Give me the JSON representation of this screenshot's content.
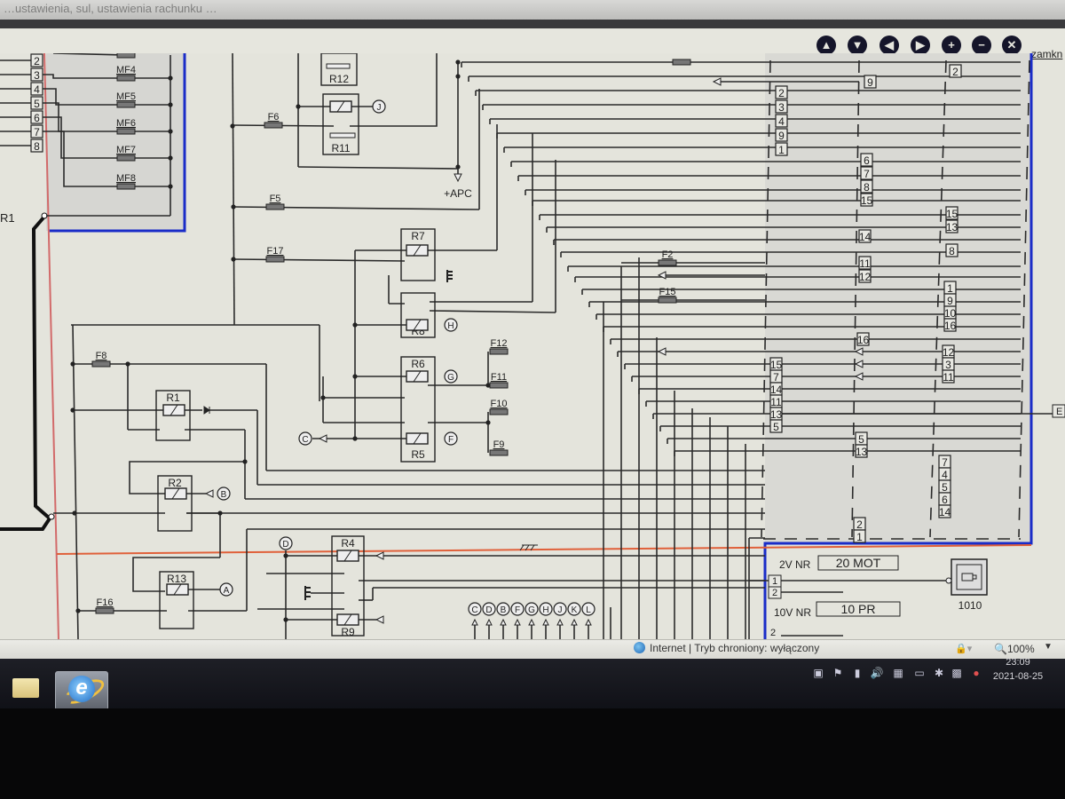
{
  "browser": {
    "title_fragment": "…ustawienia, sul, ustawienia rachunku …",
    "zoom_level": "100%",
    "status_zone": "Internet | Tryb chroniony: wyłączony"
  },
  "toolbar": {
    "buttons": [
      {
        "name": "up",
        "glyph": "▲"
      },
      {
        "name": "down",
        "glyph": "▼"
      },
      {
        "name": "left",
        "glyph": "◀"
      },
      {
        "name": "right",
        "glyph": "▶"
      },
      {
        "name": "zoom-in",
        "glyph": "+"
      },
      {
        "name": "zoom-out",
        "glyph": "−"
      },
      {
        "name": "fit",
        "glyph": "✕"
      }
    ],
    "close_label": "zamkn"
  },
  "diagram": {
    "connector_left_pins": [
      "2",
      "3",
      "4",
      "5",
      "6",
      "7",
      "8"
    ],
    "fuses_left": [
      "MF4",
      "MF5",
      "MF6",
      "MF7",
      "MF8"
    ],
    "switch_label": "R1",
    "relays": [
      "R12",
      "R11",
      "R7",
      "R8",
      "R6",
      "R5",
      "R1",
      "R2",
      "R13",
      "R4",
      "R9"
    ],
    "fuses": [
      "F6",
      "F5",
      "F17",
      "F8",
      "F16",
      "F12",
      "F11",
      "F10",
      "F9",
      "F2",
      "F15"
    ],
    "terminal_apc": "+APC",
    "circle_labels": [
      "J",
      "H",
      "G",
      "F",
      "C",
      "B",
      "A",
      "D"
    ],
    "bottom_terminals": [
      "C",
      "D",
      "B",
      "F",
      "G",
      "H",
      "J",
      "K",
      "L"
    ],
    "col1_pins_top": [
      "2",
      "3",
      "4",
      "9",
      "1"
    ],
    "col2_pin_top": "9",
    "col3_pin_top": "2",
    "col2_pins_a": [
      "6",
      "7",
      "8",
      "15"
    ],
    "col3_pins_a": [
      "15",
      "13"
    ],
    "col2_pin_14": "14",
    "col3_pin_8": "8",
    "col2_pins_b": [
      "11",
      "12"
    ],
    "col3_pins_b": [
      "1",
      "9",
      "10",
      "16"
    ],
    "col2_pin_16": "16",
    "col3_pins_c": [
      "12",
      "3",
      "11"
    ],
    "col1_pins_c": [
      "15",
      "7",
      "14",
      "11",
      "13",
      "5"
    ],
    "col2_pins_d": [
      "5",
      "13"
    ],
    "col3_pins_d": [
      "7",
      "4",
      "5",
      "6",
      "14"
    ],
    "col2_pins_e": [
      "2",
      "1"
    ],
    "lower_pins": [
      "1",
      "2",
      "2"
    ],
    "wire_label_1": "2V NR",
    "wire_spec_1": "20 MOT",
    "wire_label_2": "10V NR",
    "wire_spec_2": "10 PR",
    "component_id": "1010",
    "edge_label": "E"
  },
  "taskbar": {
    "time": "23:09",
    "date": "2021-08-25"
  },
  "colors": {
    "diagram_bg": "#e4e4dc",
    "shaded_area": "#d6d6d2",
    "wire": "#2a2a2a",
    "blue_frame": "#1a2cc8",
    "red_line": "#e0603a",
    "taskbar": "#15161c"
  }
}
